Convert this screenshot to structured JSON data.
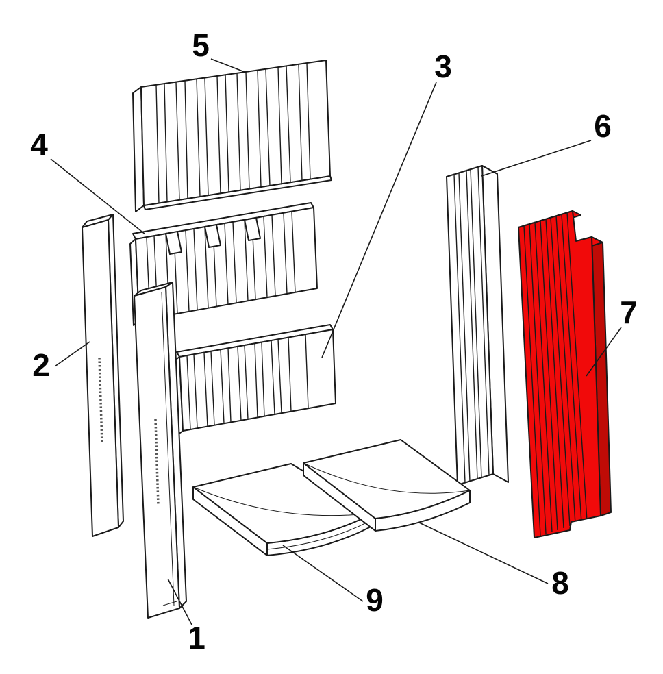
{
  "diagram": {
    "background_color": "#ffffff",
    "outline_color": "#1a1a1a",
    "highlight_color": "#f10a0a",
    "highlight_side_color": "#bf0b06",
    "highlighted_part": "7",
    "labels": {
      "part1": "1",
      "part2": "2",
      "part3": "3",
      "part4": "4",
      "part5": "5",
      "part6": "6",
      "part7": "7",
      "part8": "8",
      "part9": "9"
    }
  }
}
